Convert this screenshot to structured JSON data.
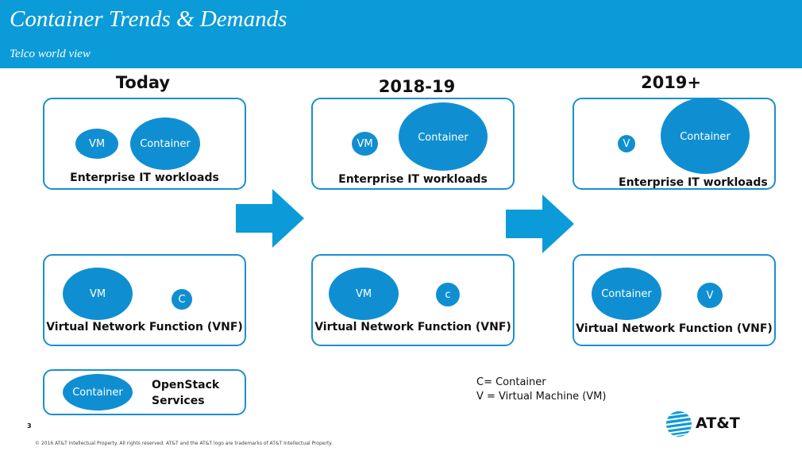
{
  "slide": {
    "title": "Container Trends & Demands",
    "subtitle": "Telco world view",
    "page_number": "3",
    "copyright": "© 2016 AT&T Intellectual Property. All rights reserved. AT&T and the AT&T logo are trademarks of AT&T Intellectual Property.",
    "logo_text": "AT&T"
  },
  "columns": {
    "today": "Today",
    "mid": "2018-19",
    "future": "2019+"
  },
  "today": {
    "enterprise": {
      "vm": "VM",
      "container": "Container",
      "label": "Enterprise IT workloads"
    },
    "vnf": {
      "vm": "VM",
      "c": "C",
      "label": "Virtual Network Function (VNF)"
    },
    "openstack": {
      "container": "Container",
      "label_line1": "OpenStack",
      "label_line2": "Services"
    }
  },
  "mid": {
    "enterprise": {
      "vm": "VM",
      "container": "Container",
      "label": "Enterprise IT workloads"
    },
    "vnf": {
      "vm": "VM",
      "c": "c",
      "label": "Virtual Network Function (VNF)"
    }
  },
  "future": {
    "enterprise": {
      "v": "V",
      "container": "Container",
      "label": "Enterprise IT workloads"
    },
    "vnf": {
      "container": "Container",
      "v": "V",
      "label": "Virtual Network Function (VNF)"
    }
  },
  "legend": {
    "line1": "C= Container",
    "line2": "V = Virtual Machine (VM)"
  },
  "colors": {
    "brand_blue": "#0b9bd8",
    "shape_blue": "#0f8fd2"
  }
}
